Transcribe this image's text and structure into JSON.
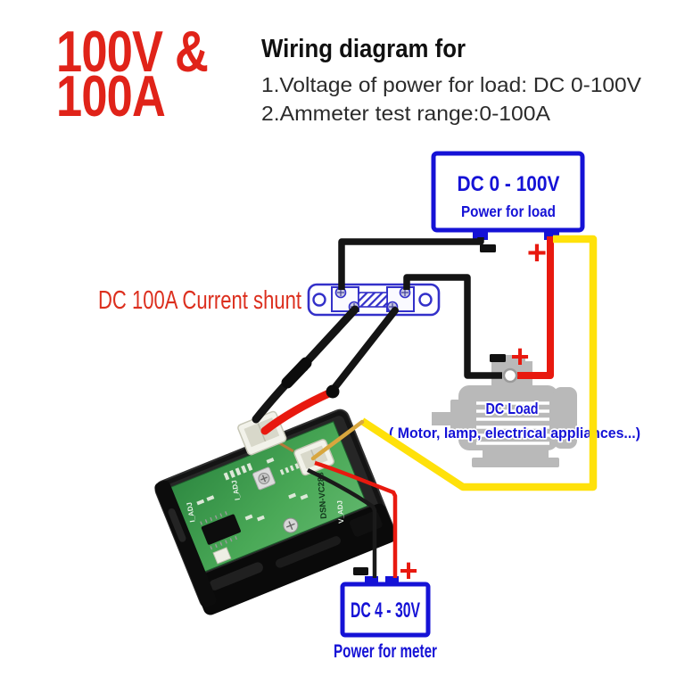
{
  "colors": {
    "red_text": "#e02319",
    "red_wire": "#e8190f",
    "blue": "#1512d6",
    "shunt_blue": "#3330c9",
    "yellow_wire": "#ffe10a",
    "thin_yellow_wire": "#d8a63e",
    "black_wire": "#141414",
    "motor_gray": "#b9b9b9",
    "pcb_green": "#3f9e52"
  },
  "header": {
    "badge_line1": "100V &",
    "badge_line2": "100A",
    "title": "Wiring diagram for",
    "note1": "1.Voltage of power for load: DC 0-100V",
    "note2": "2.Ammeter test range:0-100A"
  },
  "load_supply": {
    "range": "DC 0 - 100V",
    "label": "Power for load",
    "plus": "+"
  },
  "shunt": {
    "label": "DC 100A Current shunt"
  },
  "dc_load": {
    "name": "DC Load",
    "examples": "( Motor, lamp, electrical appliances...)",
    "plus": "+"
  },
  "meter": {
    "model": "DSN-VC288",
    "adj_current": "I_ADJ",
    "adj_voltage": "V_ADJ"
  },
  "meter_supply": {
    "range": "DC 4 - 30V",
    "label": "Power for meter",
    "plus": "+"
  }
}
